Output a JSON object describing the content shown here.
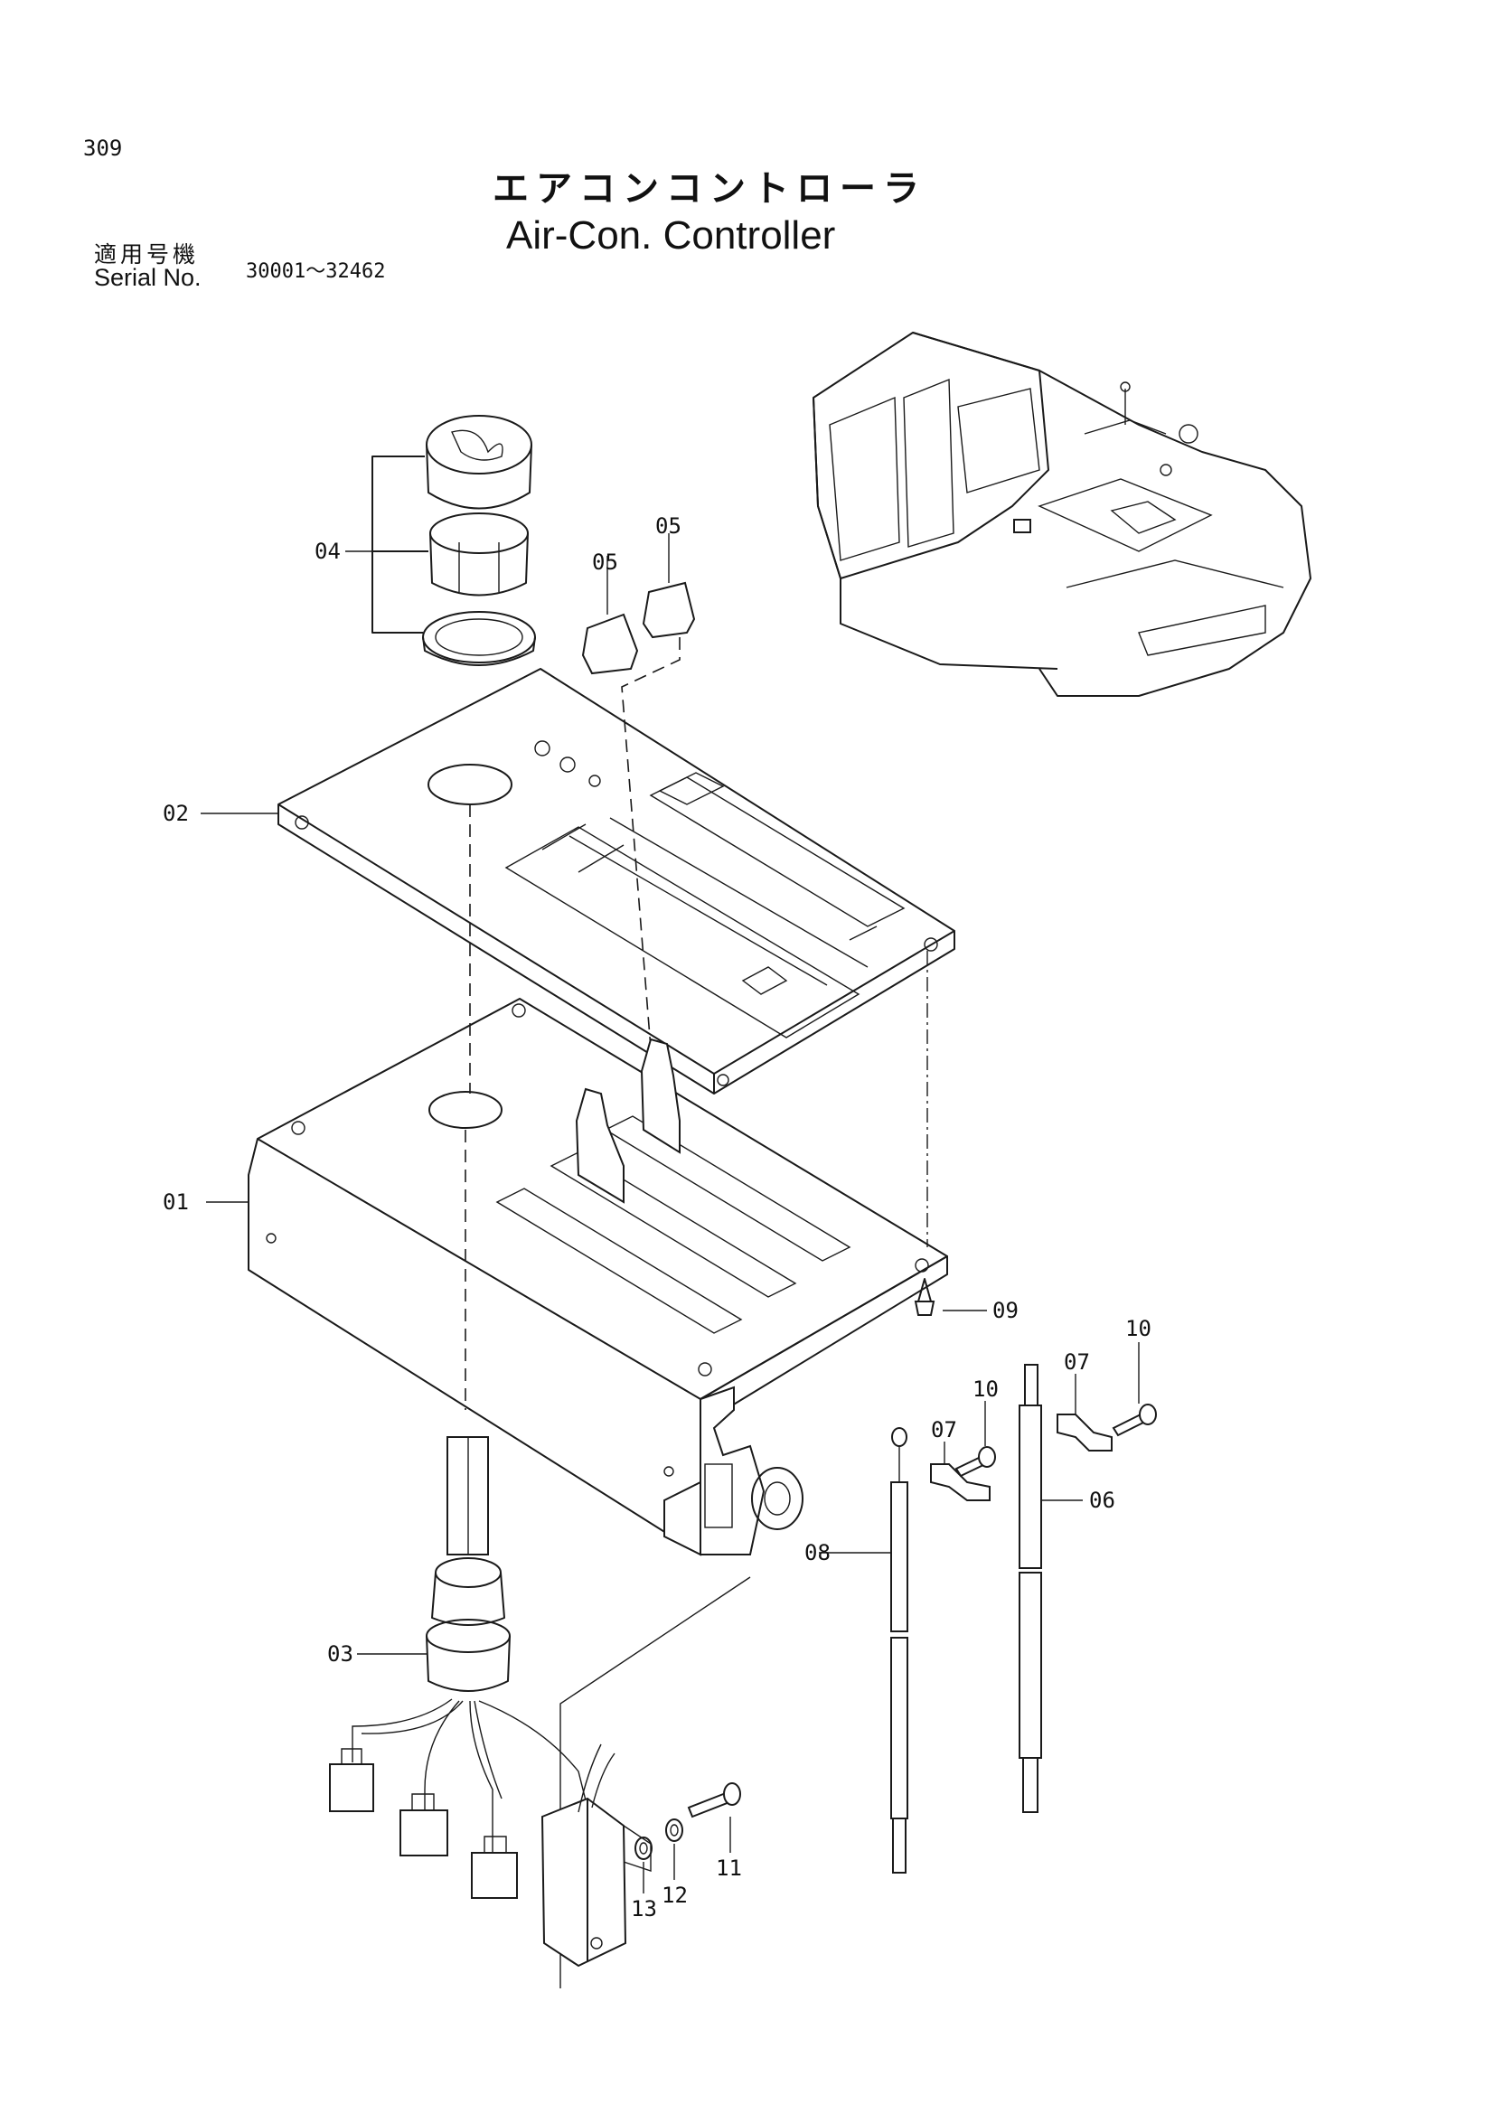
{
  "page": {
    "number": "309"
  },
  "title": {
    "japanese": "エアコンコントローラ",
    "english": "Air-Con. Controller"
  },
  "serial": {
    "label_jp": "適用号機",
    "label_en": "Serial No.",
    "range": "30001～32462"
  },
  "callouts": [
    "01",
    "02",
    "03",
    "04",
    "05",
    "05",
    "06",
    "07",
    "07",
    "08",
    "09",
    "10",
    "10",
    "11",
    "12",
    "13"
  ]
}
